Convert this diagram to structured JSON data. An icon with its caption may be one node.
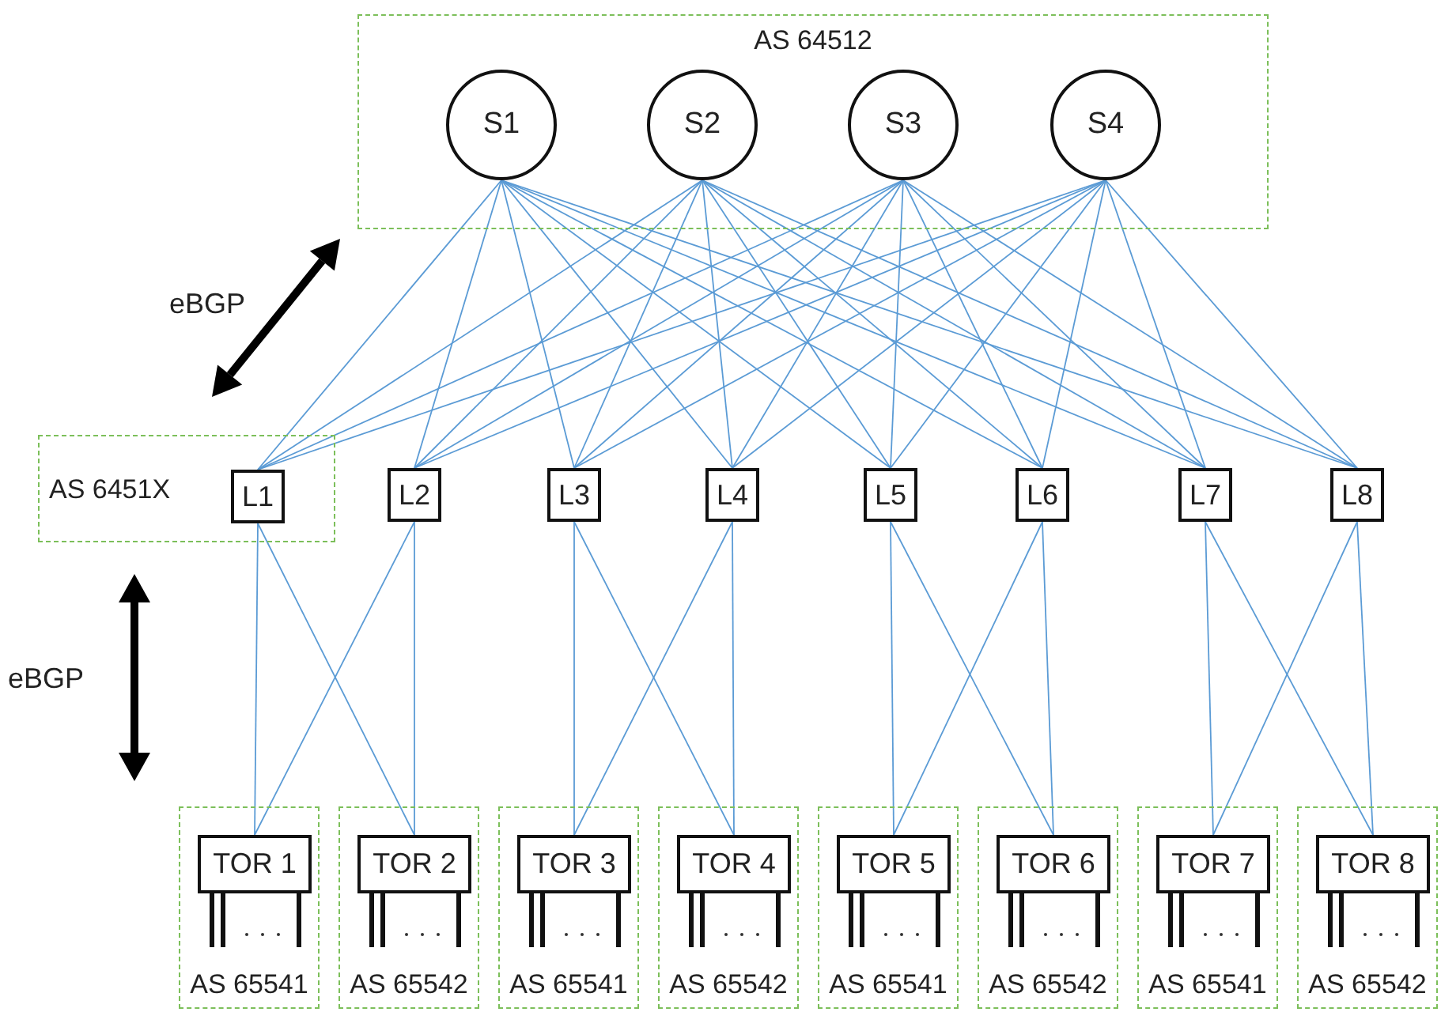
{
  "diagram": {
    "nodes": [
      {
        "text": [
          "AS 64512"
        ]
      },
      {
        "text": [
          "S1"
        ],
        "in": 0
      },
      {
        "text": [
          "S2"
        ],
        "in": 0
      },
      {
        "text": [
          "S3"
        ],
        "in": 0
      },
      {
        "text": [
          "S4"
        ],
        "in": 0
      },
      {
        "text": [
          "AS 6451X"
        ]
      },
      {
        "text": [
          "L1"
        ],
        "in": 5
      },
      {
        "text": [
          "L2"
        ]
      },
      {
        "text": [
          "L3"
        ]
      },
      {
        "text": [
          "L4"
        ]
      },
      {
        "text": [
          "L5"
        ]
      },
      {
        "text": [
          "L6"
        ]
      },
      {
        "text": [
          "L7"
        ]
      },
      {
        "text": [
          "L8"
        ]
      },
      {
        "text": [
          "AS 65541"
        ]
      },
      {
        "text": [
          "TOR 1"
        ],
        "in": 14
      },
      {
        "text": [
          "AS 65542"
        ]
      },
      {
        "text": [
          "TOR 2"
        ],
        "in": 16
      },
      {
        "text": [
          "AS 65541"
        ]
      },
      {
        "text": [
          "TOR 3"
        ],
        "in": 18
      },
      {
        "text": [
          "AS 65542"
        ]
      },
      {
        "text": [
          "TOR 4"
        ],
        "in": 20
      },
      {
        "text": [
          "AS 65541"
        ]
      },
      {
        "text": [
          "TOR 5"
        ],
        "in": 22
      },
      {
        "text": [
          "AS 65542"
        ]
      },
      {
        "text": [
          "TOR 6"
        ],
        "in": 24
      },
      {
        "text": [
          "AS 65541"
        ]
      },
      {
        "text": [
          "TOR 7"
        ],
        "in": 26
      },
      {
        "text": [
          "AS 65542"
        ]
      },
      {
        "text": [
          "TOR 8"
        ],
        "in": 28
      }
    ],
    "edges": [
      {
        "from": 1,
        "to": 6,
        "arrow": "none"
      },
      {
        "from": 1,
        "to": 7,
        "arrow": "none"
      },
      {
        "from": 1,
        "to": 8,
        "arrow": "none"
      },
      {
        "from": 1,
        "to": 9,
        "arrow": "none"
      },
      {
        "from": 1,
        "to": 10,
        "arrow": "none"
      },
      {
        "from": 1,
        "to": 11,
        "arrow": "none"
      },
      {
        "from": 1,
        "to": 12,
        "arrow": "none"
      },
      {
        "from": 1,
        "to": 13,
        "arrow": "none"
      },
      {
        "from": 2,
        "to": 6,
        "arrow": "none"
      },
      {
        "from": 2,
        "to": 7,
        "arrow": "none"
      },
      {
        "from": 2,
        "to": 8,
        "arrow": "none"
      },
      {
        "from": 2,
        "to": 9,
        "arrow": "none"
      },
      {
        "from": 2,
        "to": 10,
        "arrow": "none"
      },
      {
        "from": 2,
        "to": 11,
        "arrow": "none"
      },
      {
        "from": 2,
        "to": 12,
        "arrow": "none"
      },
      {
        "from": 2,
        "to": 13,
        "arrow": "none"
      },
      {
        "from": 3,
        "to": 6,
        "arrow": "none"
      },
      {
        "from": 3,
        "to": 7,
        "arrow": "none"
      },
      {
        "from": 3,
        "to": 8,
        "arrow": "none"
      },
      {
        "from": 3,
        "to": 9,
        "arrow": "none"
      },
      {
        "from": 3,
        "to": 10,
        "arrow": "none"
      },
      {
        "from": 3,
        "to": 11,
        "arrow": "none"
      },
      {
        "from": 3,
        "to": 12,
        "arrow": "none"
      },
      {
        "from": 3,
        "to": 13,
        "arrow": "none"
      },
      {
        "from": 4,
        "to": 6,
        "arrow": "none"
      },
      {
        "from": 4,
        "to": 7,
        "arrow": "none"
      },
      {
        "from": 4,
        "to": 8,
        "arrow": "none"
      },
      {
        "from": 4,
        "to": 9,
        "arrow": "none"
      },
      {
        "from": 4,
        "to": 10,
        "arrow": "none"
      },
      {
        "from": 4,
        "to": 11,
        "arrow": "none"
      },
      {
        "from": 4,
        "to": 12,
        "arrow": "none"
      },
      {
        "from": 4,
        "to": 13,
        "arrow": "none"
      },
      {
        "from": 6,
        "to": 15,
        "arrow": "none"
      },
      {
        "from": 6,
        "to": 17,
        "arrow": "none"
      },
      {
        "from": 7,
        "to": 15,
        "arrow": "none"
      },
      {
        "from": 7,
        "to": 17,
        "arrow": "none"
      },
      {
        "from": 8,
        "to": 19,
        "arrow": "none"
      },
      {
        "from": 8,
        "to": 21,
        "arrow": "none"
      },
      {
        "from": 9,
        "to": 19,
        "arrow": "none"
      },
      {
        "from": 9,
        "to": 21,
        "arrow": "none"
      },
      {
        "from": 10,
        "to": 23,
        "arrow": "none"
      },
      {
        "from": 10,
        "to": 25,
        "arrow": "none"
      },
      {
        "from": 11,
        "to": 23,
        "arrow": "none"
      },
      {
        "from": 11,
        "to": 25,
        "arrow": "none"
      },
      {
        "from": 12,
        "to": 27,
        "arrow": "none"
      },
      {
        "from": 12,
        "to": 29,
        "arrow": "none"
      },
      {
        "from": 13,
        "to": 27,
        "arrow": "none"
      },
      {
        "from": 13,
        "to": 29,
        "arrow": "none"
      }
    ],
    "labels": [
      "eBGP",
      "eBGP"
    ]
  }
}
